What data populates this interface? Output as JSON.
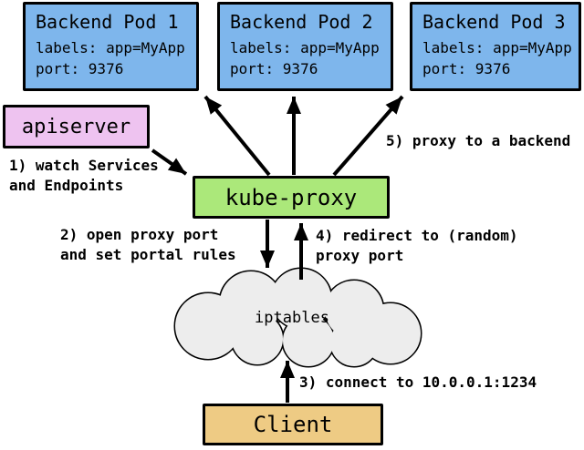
{
  "pods": [
    {
      "title": "Backend Pod 1",
      "labels": "labels: app=MyApp",
      "port": "port: 9376"
    },
    {
      "title": "Backend Pod 2",
      "labels": "labels: app=MyApp",
      "port": "port: 9376"
    },
    {
      "title": "Backend Pod 3",
      "labels": "labels: app=MyApp",
      "port": "port: 9376"
    }
  ],
  "nodes": {
    "apiserver": "apiserver",
    "kube_proxy": "kube-proxy",
    "iptables": "iptables",
    "client": "Client"
  },
  "steps": {
    "step1": [
      "1) watch Services",
      "and Endpoints"
    ],
    "step2": [
      "2) open proxy port",
      "and set portal rules"
    ],
    "step3": [
      "3) connect to 10.0.0.1:1234"
    ],
    "step4": [
      "4) redirect to (random)",
      "proxy port"
    ],
    "step5": [
      "5) proxy to a backend"
    ]
  },
  "colors": {
    "pod_fill": "#7eb6ec",
    "apiserver_fill": "#eec3f0",
    "kube_proxy_fill": "#abe87a",
    "client_fill": "#eecb84",
    "cloud_fill": "#ededed",
    "line": "#000000"
  }
}
